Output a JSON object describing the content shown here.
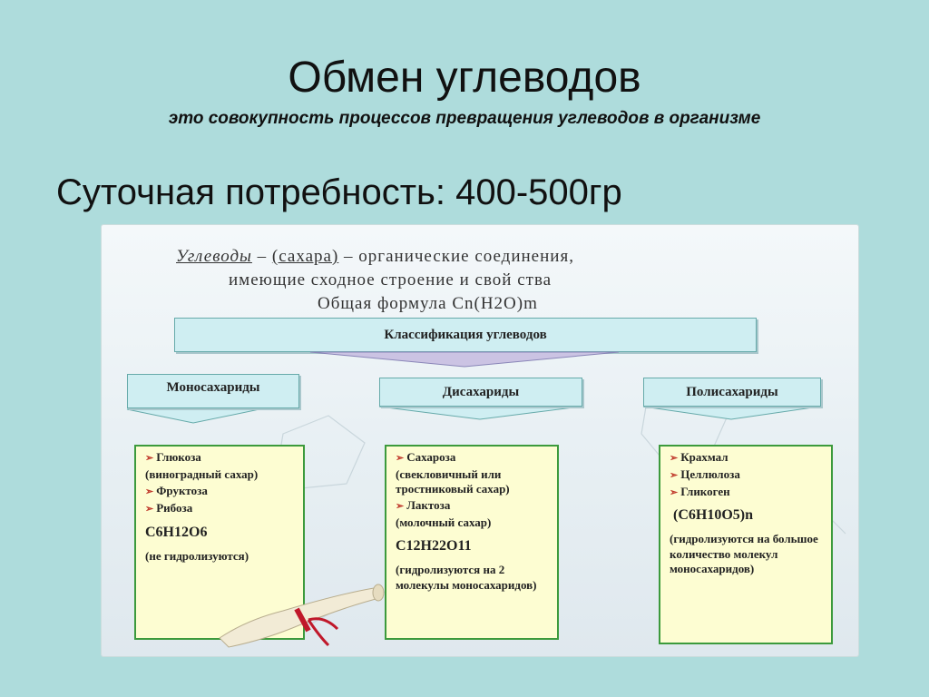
{
  "slide": {
    "title": "Обмен углеводов",
    "subtitle": "это совокупность процессов превращения углеводов в организме",
    "daily_need": "Суточная потребность: 400-500гр"
  },
  "diagram": {
    "definition_line1_term": "Углеводы",
    "definition_line1_dash": " – ",
    "definition_line1_syn": "(сахара)",
    "definition_line1_rest": " – органические соединения,",
    "definition_line2": "имеющие сходное строение и свой ства",
    "definition_line3": "Общая формула Cn(H2O)m",
    "classification_title": "Классификация углеводов",
    "categories": {
      "mono": {
        "title": "Моносахариды",
        "item1": "Глюкоза",
        "item1_note": "(виноградный сахар)",
        "item2": "Фруктоза",
        "item3": "Рибоза",
        "formula": "C6H12O6",
        "hydrolysis": "(не гидролизуются)"
      },
      "di": {
        "title": "Дисахариды",
        "item1": "Сахароза",
        "item1_note": "(свекловичный или тростниковый сахар)",
        "item2": "Лактоза",
        "item2_note": "(молочный сахар)",
        "formula": "C12H22O11",
        "hydrolysis": "(гидролизуются на 2 молекулы моносахаридов)"
      },
      "poly": {
        "title": "Полисахариды",
        "item1": "Крахмал",
        "item2": "Целлюлоза",
        "item3": "Гликоген",
        "formula": "(C6H10O5)n",
        "hydrolysis": "(гидролизуются на большое количество молекул моносахаридов)"
      }
    }
  },
  "colors": {
    "background": "#aedcdc",
    "header_box": "#cfeef2",
    "content_box": "#fdfdd2",
    "content_border": "#3c9a3c",
    "bullet": "#c0392b"
  }
}
